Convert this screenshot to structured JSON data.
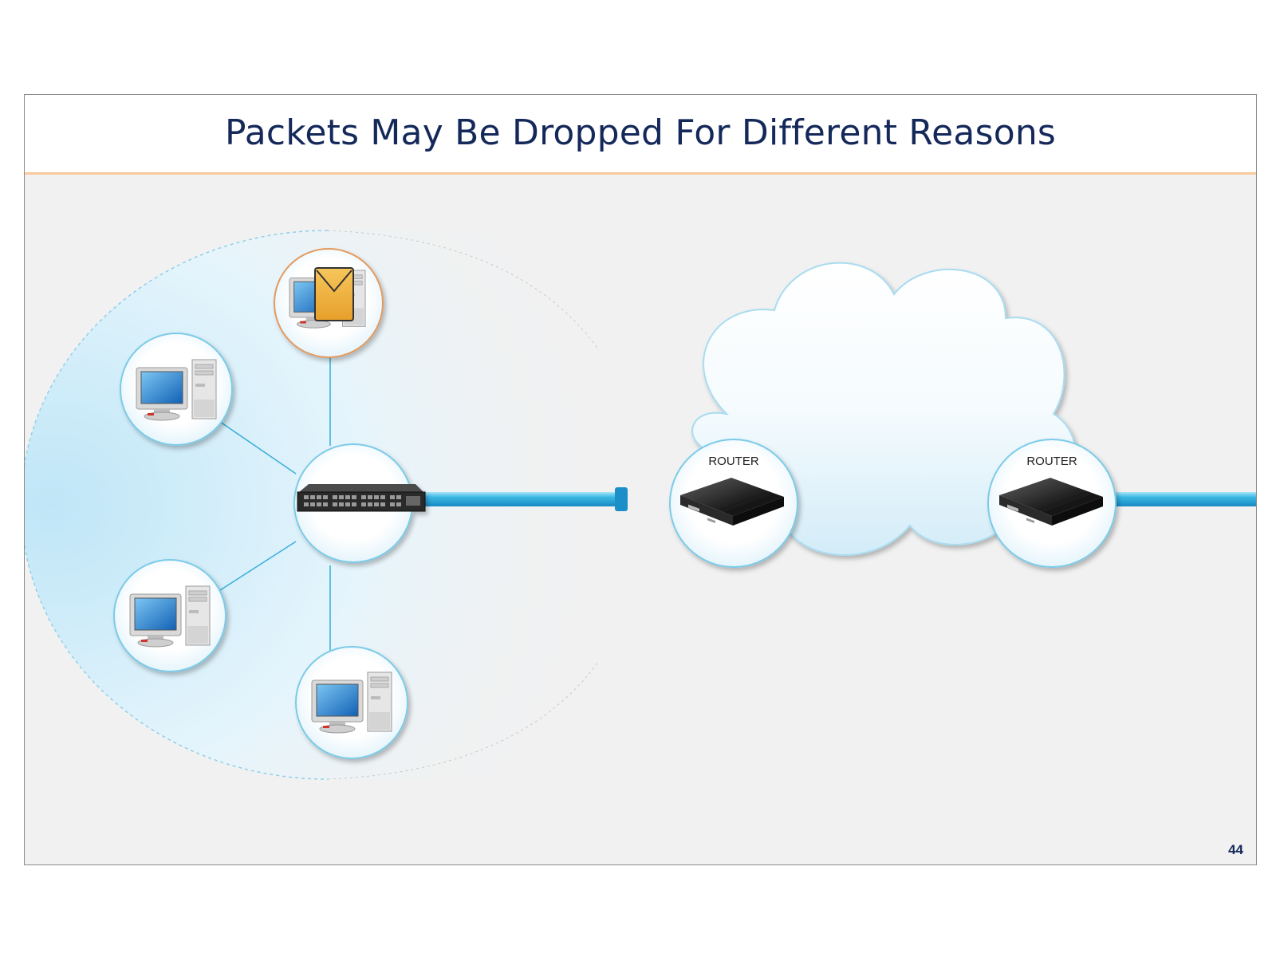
{
  "slide": {
    "title": "Packets May Be Dropped For Different Reasons",
    "page_number": "44"
  },
  "diagram": {
    "lan": {
      "switch": {
        "icon": "network-switch-icon"
      },
      "hosts": [
        {
          "id": "host-top",
          "icon": "desktop-computer-icon",
          "highlighted": true,
          "packet_icon": "envelope-icon"
        },
        {
          "id": "host-upper-left",
          "icon": "desktop-computer-icon",
          "highlighted": false
        },
        {
          "id": "host-lower-left",
          "icon": "desktop-computer-icon",
          "highlighted": false
        },
        {
          "id": "host-bottom",
          "icon": "desktop-computer-icon",
          "highlighted": false
        }
      ]
    },
    "routers": [
      {
        "label": "ROUTER",
        "icon": "router-icon"
      },
      {
        "label": "ROUTER",
        "icon": "router-icon"
      }
    ],
    "cloud": {
      "icon": "cloud-icon"
    },
    "colors": {
      "link": "#1fa6d6",
      "link_highlight": "#a9e4f7",
      "node_ring": "#7ccbe8",
      "highlight_ring": "#e39a5e",
      "envelope": "#f0b244",
      "title": "#14285a",
      "title_rule": "#f9c89b"
    }
  }
}
